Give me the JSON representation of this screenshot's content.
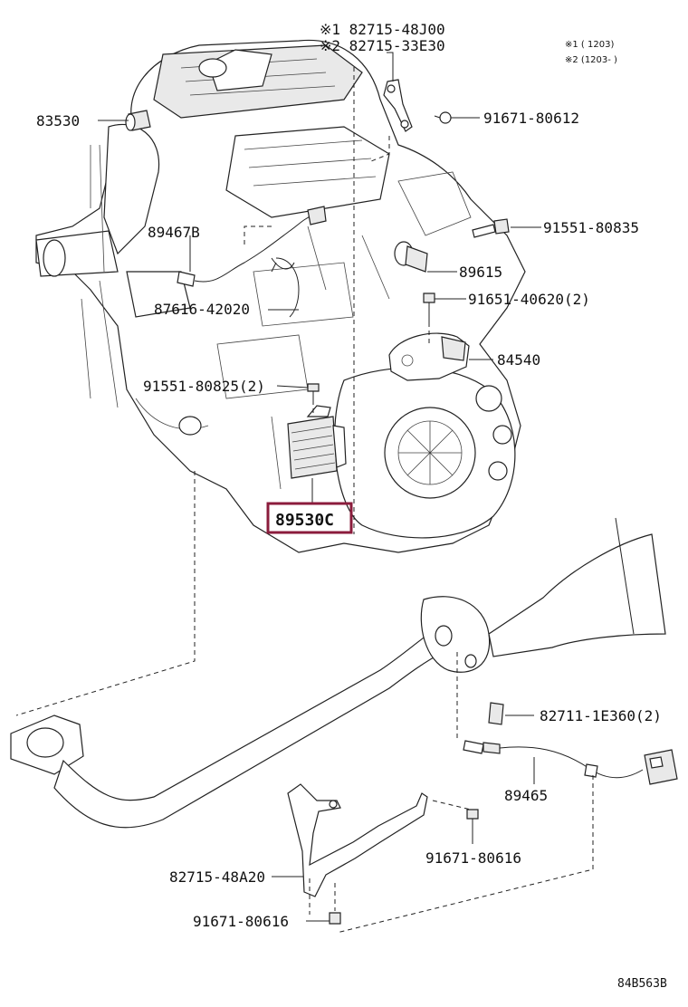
{
  "notes": {
    "note1": "※1 (        1203)",
    "note2": "※2 (1203-        )"
  },
  "labels": {
    "p_82715_48J00": "※1 82715-48J00",
    "p_82715_33E30": "※2 82715-33E30",
    "p_83530": "83530",
    "p_91671_80612": "91671-80612",
    "p_89467B": "89467B",
    "p_91551_80835": "91551-80835",
    "p_89615": "89615",
    "p_87616_42020": "87616-42020",
    "p_91651_40620": "91651-40620(2)",
    "p_84540": "84540",
    "p_91551_80825": "91551-80825(2)",
    "p_89530C": "89530C",
    "p_82711_1E360": "82711-1E360(2)",
    "p_89465": "89465",
    "p_91671_80616_a": "91671-80616",
    "p_82715_48A20": "82715-48A20",
    "p_91671_80616_b": "91671-80616"
  },
  "highlight_color": "#8b1c3c",
  "diagram_code": "84B563B"
}
